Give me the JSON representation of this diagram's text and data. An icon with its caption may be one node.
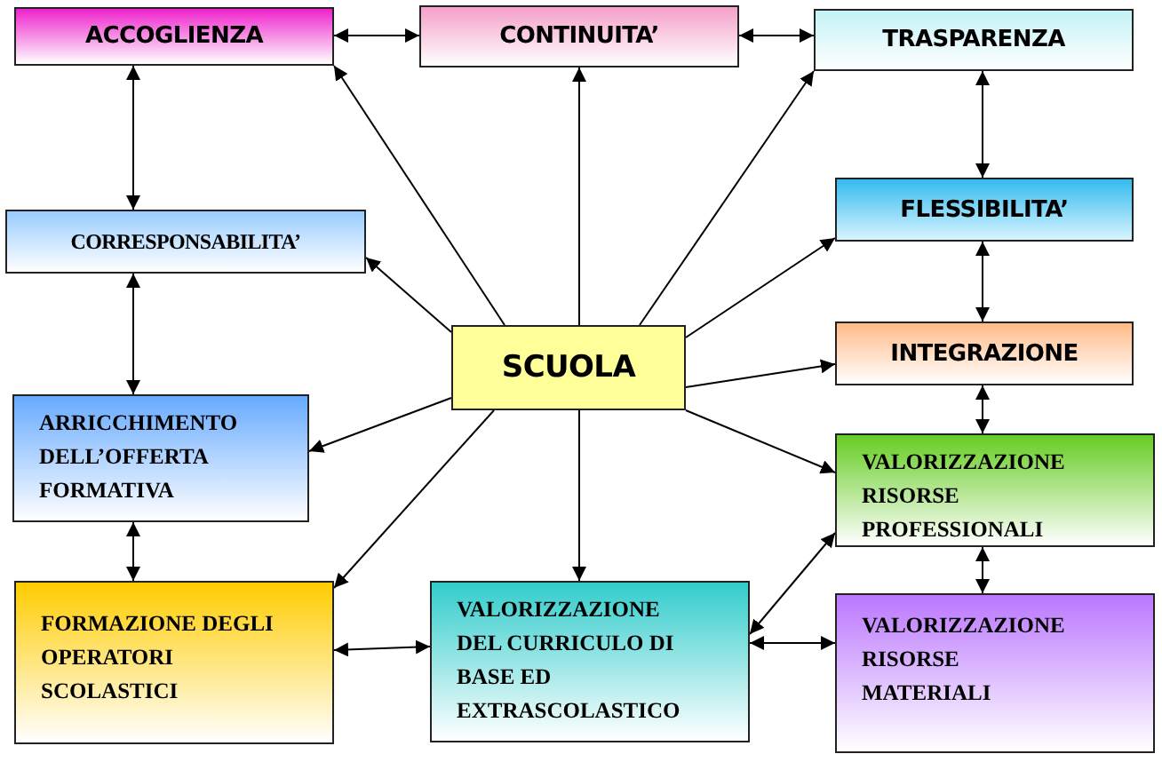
{
  "diagram": {
    "nodes": [
      {
        "text": [
          "ACCOGLIENZA"
        ]
      },
      {
        "text": [
          "CONTINUITA’"
        ]
      },
      {
        "text": [
          "TRASPARENZA"
        ]
      },
      {
        "text": [
          "CORRESPONSABILITA’"
        ]
      },
      {
        "text": [
          "FLESSIBILITA’"
        ]
      },
      {
        "text": [
          "SCUOLA"
        ]
      },
      {
        "text": [
          "INTEGRAZIONE"
        ]
      },
      {
        "text": [
          "ARRICCHIMENTO DELL’OFFERTA FORMATIVA"
        ]
      },
      {
        "text": [
          "VALORIZZAZIONE RISORSE PROFESSIONALI"
        ]
      },
      {
        "text": [
          "FORMAZIONE DEGLI OPERATORI SCOLASTICI"
        ]
      },
      {
        "text": [
          "VALORIZZAZIONE DEL CURRICULO DI BASE ED EXTRASCOLASTICO"
        ]
      },
      {
        "text": [
          "VALORIZZAZIONE RISORSE MATERIALI"
        ]
      }
    ],
    "edges": [
      {
        "from": 0,
        "to": 1,
        "arrow": "both"
      },
      {
        "from": 1,
        "to": 2,
        "arrow": "both"
      },
      {
        "from": 0,
        "to": 3,
        "arrow": "both"
      },
      {
        "from": 2,
        "to": 4,
        "arrow": "both"
      },
      {
        "from": 4,
        "to": 6,
        "arrow": "both"
      },
      {
        "from": 6,
        "to": 8,
        "arrow": "both"
      },
      {
        "from": 8,
        "to": 11,
        "arrow": "both"
      },
      {
        "from": 3,
        "to": 7,
        "arrow": "both"
      },
      {
        "from": 7,
        "to": 9,
        "arrow": "both"
      },
      {
        "from": 9,
        "to": 10,
        "arrow": "both"
      },
      {
        "from": 10,
        "to": 11,
        "arrow": "both"
      },
      {
        "from": 10,
        "to": 8,
        "arrow": "both"
      },
      {
        "from": 5,
        "to": 0,
        "arrow": "to"
      },
      {
        "from": 5,
        "to": 1,
        "arrow": "to"
      },
      {
        "from": 5,
        "to": 2,
        "arrow": "to"
      },
      {
        "from": 5,
        "to": 3,
        "arrow": "to"
      },
      {
        "from": 5,
        "to": 4,
        "arrow": "to"
      },
      {
        "from": 5,
        "to": 6,
        "arrow": "to"
      },
      {
        "from": 5,
        "to": 8,
        "arrow": "to"
      },
      {
        "from": 5,
        "to": 7,
        "arrow": "to"
      },
      {
        "from": 5,
        "to": 9,
        "arrow": "to"
      },
      {
        "from": 5,
        "to": 10,
        "arrow": "to"
      }
    ]
  }
}
